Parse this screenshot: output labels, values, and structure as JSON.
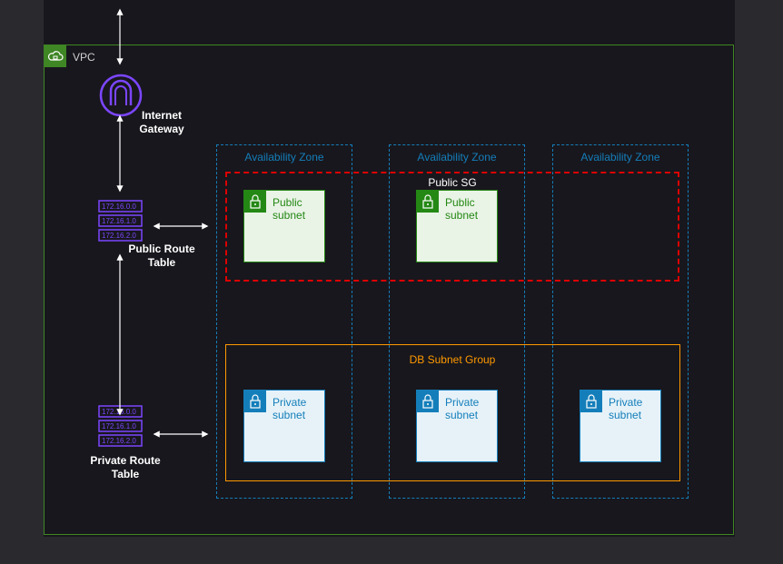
{
  "vpc": {
    "label": "VPC",
    "icon": "cloud-lock-icon",
    "color": "#3f8624"
  },
  "availability_zones": [
    {
      "label": "Availability Zone"
    },
    {
      "label": "Availability Zone"
    },
    {
      "label": "Availability Zone"
    }
  ],
  "public_sg": {
    "label": "Public SG",
    "color": "#dd0000"
  },
  "db_subnet_group": {
    "label": "DB Subnet Group",
    "color": "#ff9900"
  },
  "public_subnets": [
    {
      "line1": "Public",
      "line2": "subnet"
    },
    {
      "line1": "Public",
      "line2": "subnet"
    }
  ],
  "private_subnets": [
    {
      "line1": "Private",
      "line2": "subnet"
    },
    {
      "line1": "Private",
      "line2": "subnet"
    },
    {
      "line1": "Private",
      "line2": "subnet"
    }
  ],
  "internet_gateway": {
    "line1": "Internet",
    "line2": "Gateway",
    "icon": "internet-gateway-icon",
    "color": "#7b46ff"
  },
  "public_route_table": {
    "line1": "Public Route",
    "line2": "Table",
    "icon": "route-table-icon",
    "routes": [
      "172.16.0.0",
      "172.16.1.0",
      "172.16.2.0"
    ]
  },
  "private_route_table": {
    "line1": "Private Route",
    "line2": "Table",
    "icon": "route-table-icon",
    "routes": [
      "172.16.0.0",
      "172.16.1.0",
      "172.16.2.0"
    ]
  },
  "colors": {
    "az": "#147eba",
    "public_subnet": "#248814",
    "private_subnet": "#147eba",
    "connector": "#ffffff",
    "background": "#18171d"
  }
}
